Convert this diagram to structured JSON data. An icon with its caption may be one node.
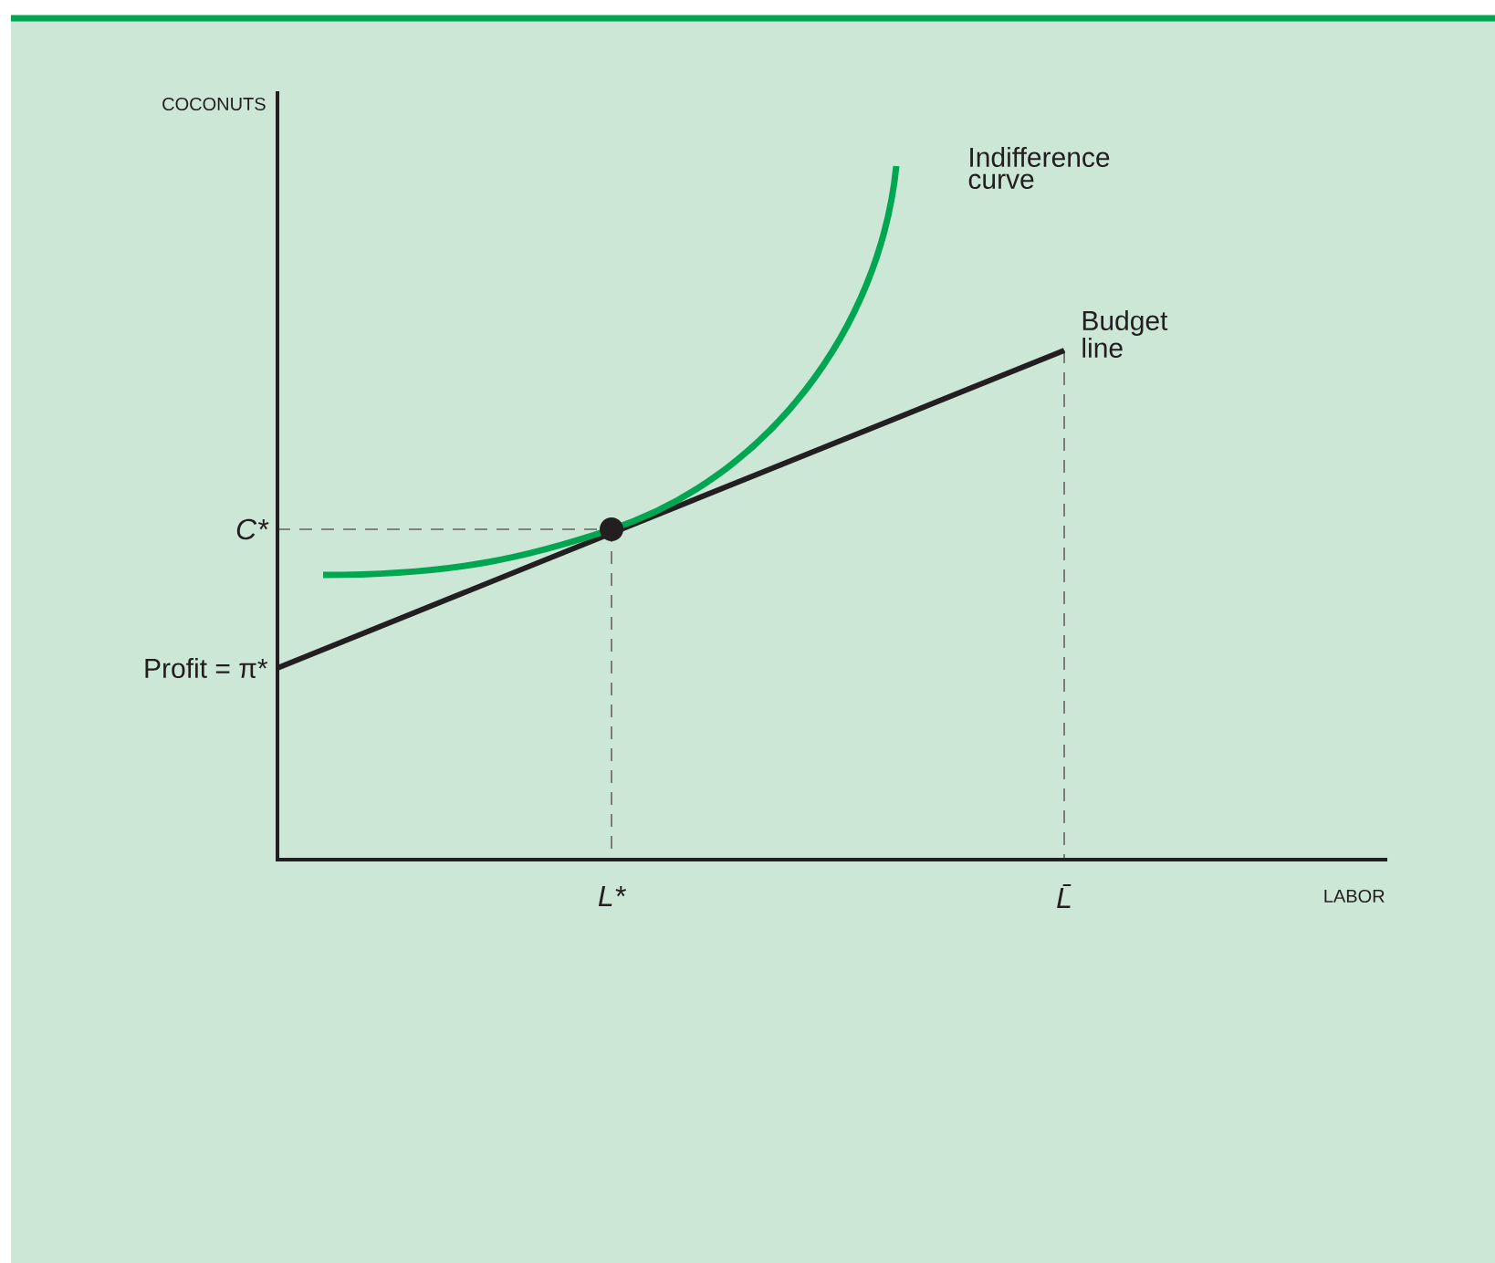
{
  "diagram": {
    "labels": [
      "COCONUTS",
      "Indifference curve",
      "Budget line",
      "C*",
      "Profit = π*",
      "L*",
      "L̄",
      "LABOR"
    ]
  }
}
